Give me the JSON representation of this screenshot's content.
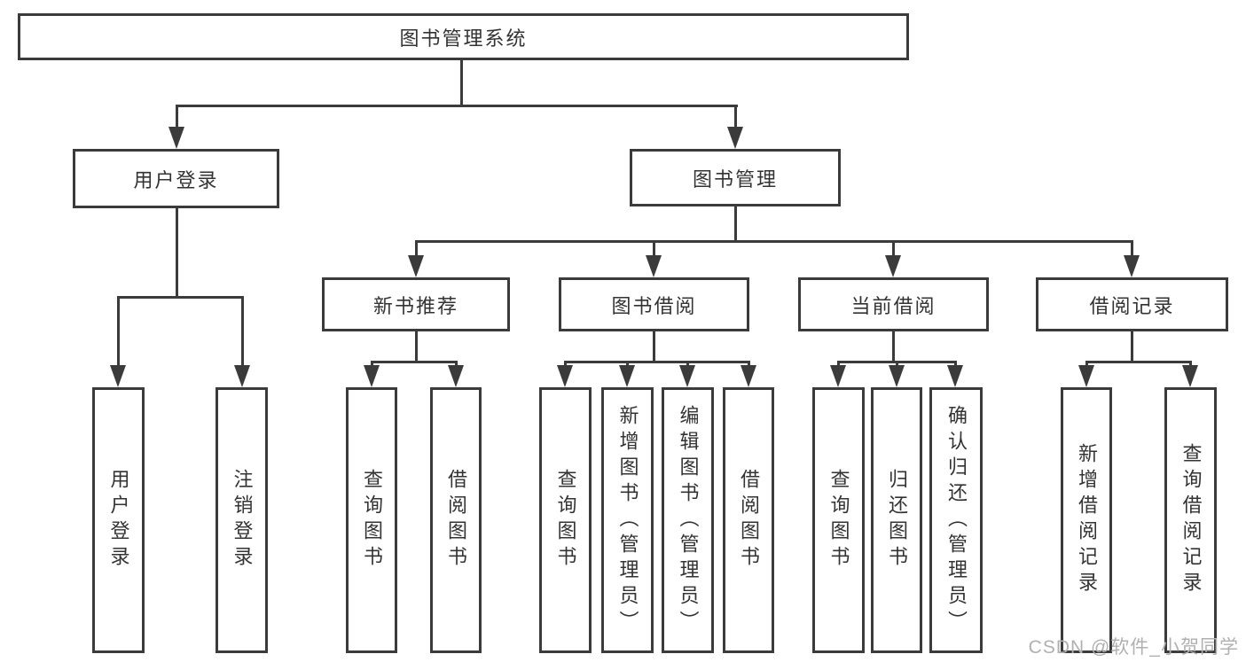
{
  "diagram": {
    "tree": {
      "label": "图书管理系统",
      "children": [
        {
          "label": "用户登录",
          "children": [
            {
              "label": "用户登录"
            },
            {
              "label": "注销登录"
            }
          ]
        },
        {
          "label": "图书管理",
          "children": [
            {
              "label": "新书推荐",
              "children": [
                {
                  "label": "查询图书"
                },
                {
                  "label": "借阅图书"
                }
              ]
            },
            {
              "label": "图书借阅",
              "children": [
                {
                  "label": "查询图书"
                },
                {
                  "label": "新增图书（管理员）"
                },
                {
                  "label": "编辑图书（管理员）"
                },
                {
                  "label": "借阅图书"
                }
              ]
            },
            {
              "label": "当前借阅",
              "children": [
                {
                  "label": "查询图书"
                },
                {
                  "label": "归还图书"
                },
                {
                  "label": "确认归还（管理员）"
                }
              ]
            },
            {
              "label": "借阅记录",
              "children": [
                {
                  "label": "新增借阅记录"
                },
                {
                  "label": "查询借阅记录"
                }
              ]
            }
          ]
        }
      ]
    },
    "watermark": "CSDN @软件_小贺同学",
    "colors": {
      "line": "#3b3b3b",
      "text": "#333333",
      "watermark": "#b0b0b0",
      "background": "#ffffff"
    }
  }
}
